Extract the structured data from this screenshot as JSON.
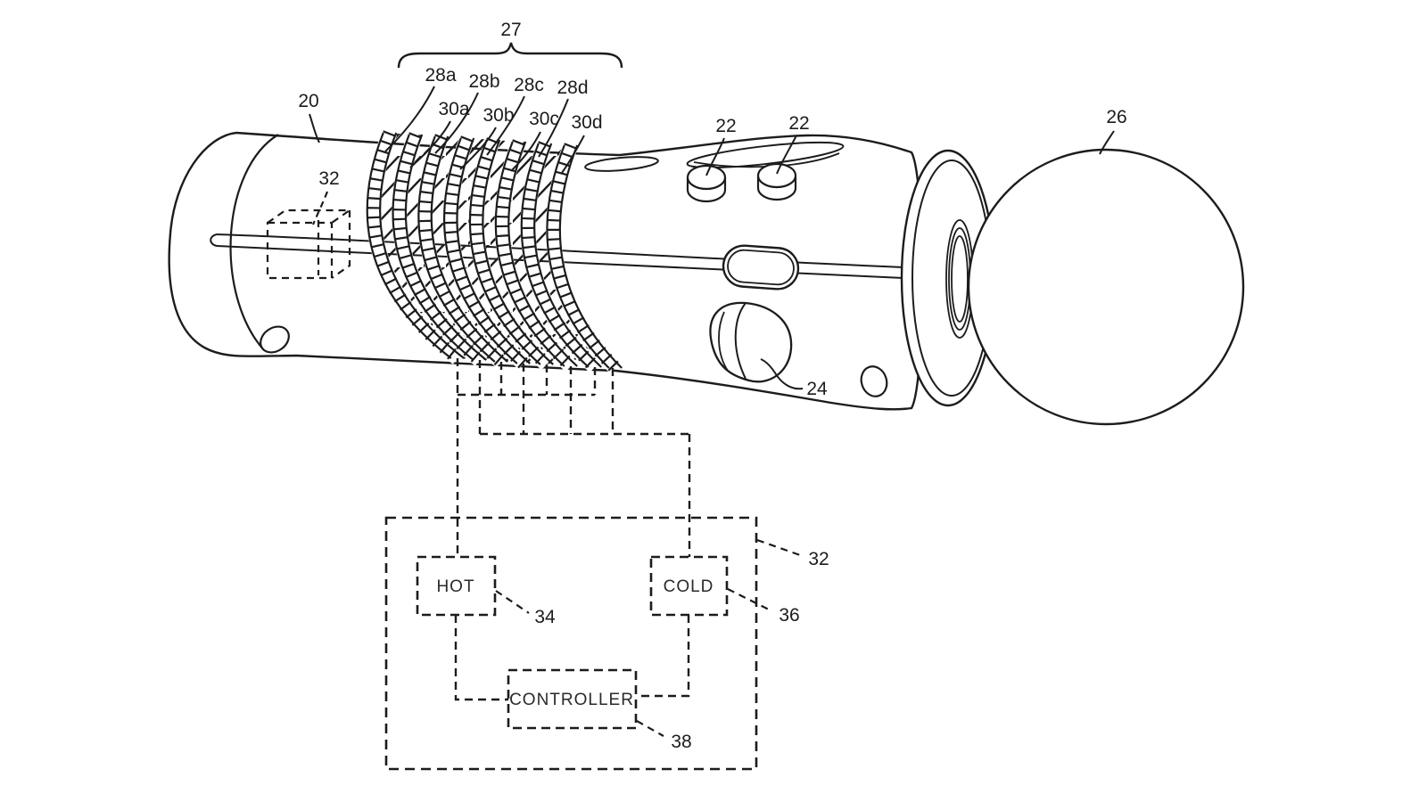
{
  "figure": {
    "kind": "patent-line-drawing",
    "subject": "Motion controller wand with alternating thermal bands, tracking sphere and thermal control block diagram",
    "labels": {
      "housing": "20",
      "buttons": [
        "22",
        "22"
      ],
      "trigger": "24",
      "sphere": "26",
      "band_group": "27",
      "heat_bands": [
        "28a",
        "28b",
        "28c",
        "28d"
      ],
      "cool_bands": [
        "30a",
        "30b",
        "30c",
        "30d"
      ],
      "module": "32",
      "circuit": "32",
      "hot_ref": "34",
      "cold_ref": "36",
      "controller_ref": "38"
    },
    "blocks": {
      "hot": "HOT",
      "cold": "COLD",
      "controller": "CONTROLLER"
    },
    "colors": {
      "ink": "#1c1c1c",
      "background": "#ffffff"
    }
  }
}
